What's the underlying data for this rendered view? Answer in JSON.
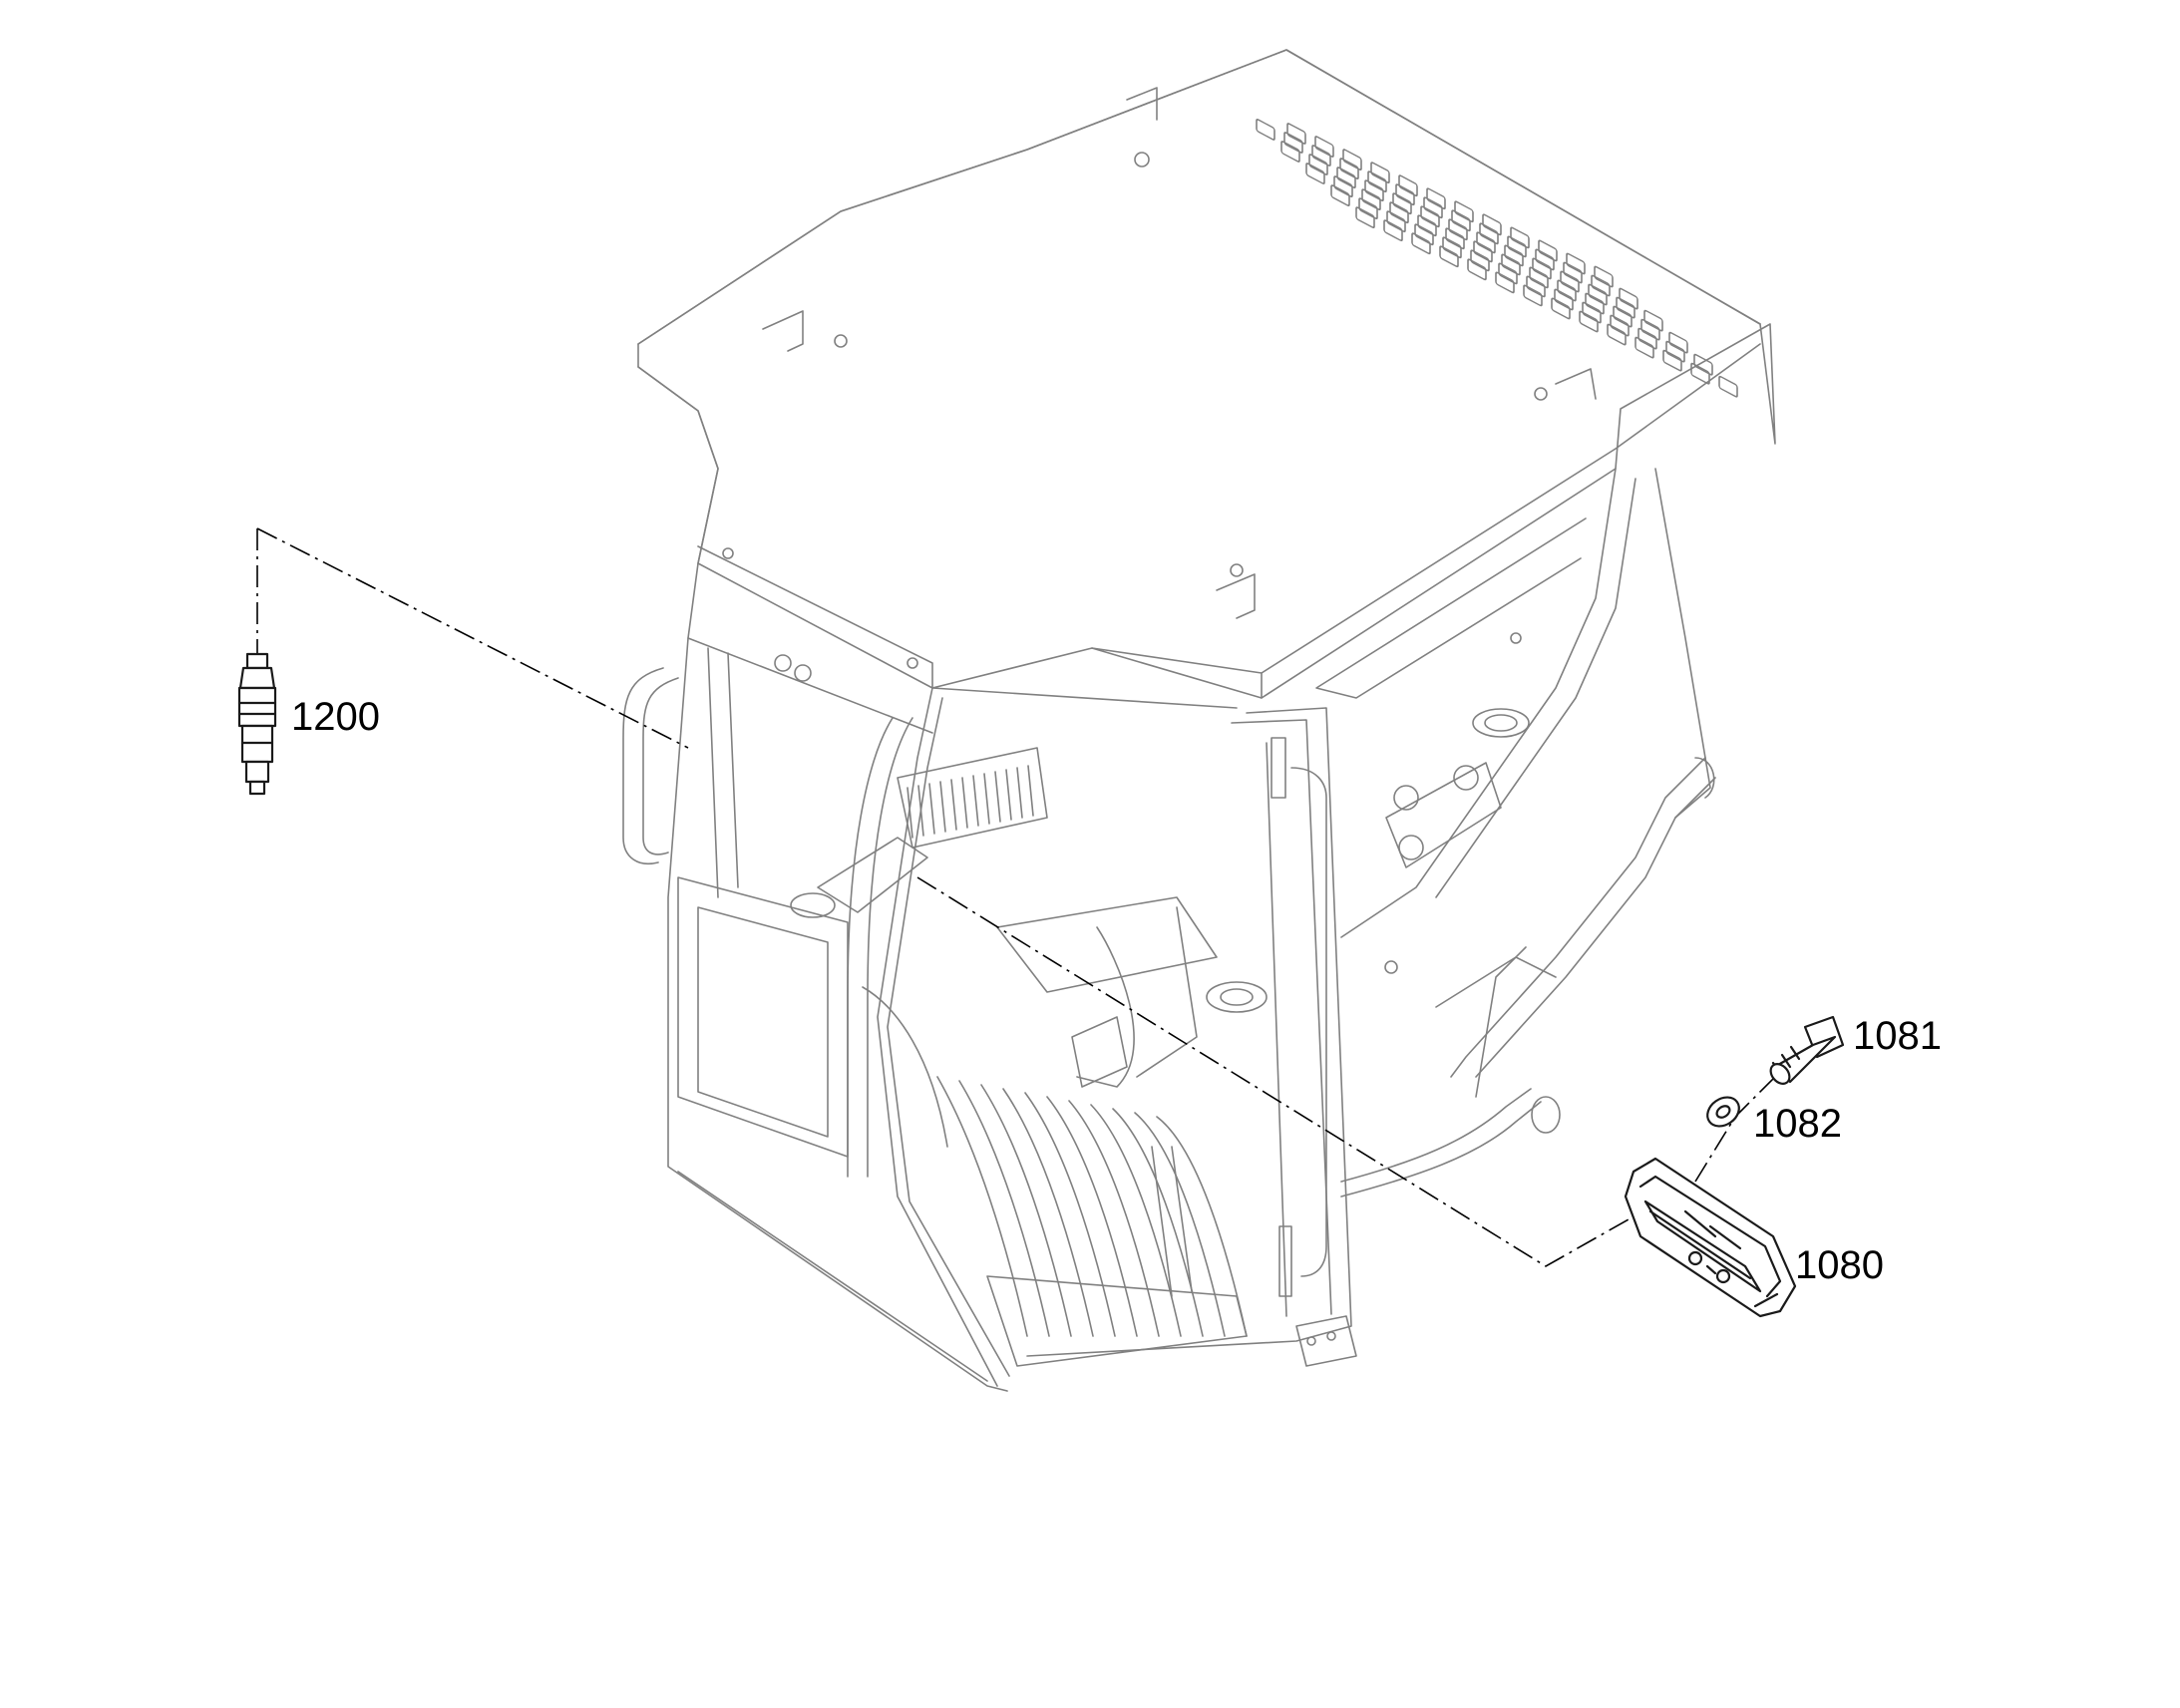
{
  "callouts": {
    "part_1200": "1200",
    "part_1081": "1081",
    "part_1082": "1082",
    "part_1080": "1080"
  },
  "colors": {
    "line_faint": "#808080",
    "line_dark": "#1a1a1a",
    "background": "#ffffff"
  }
}
